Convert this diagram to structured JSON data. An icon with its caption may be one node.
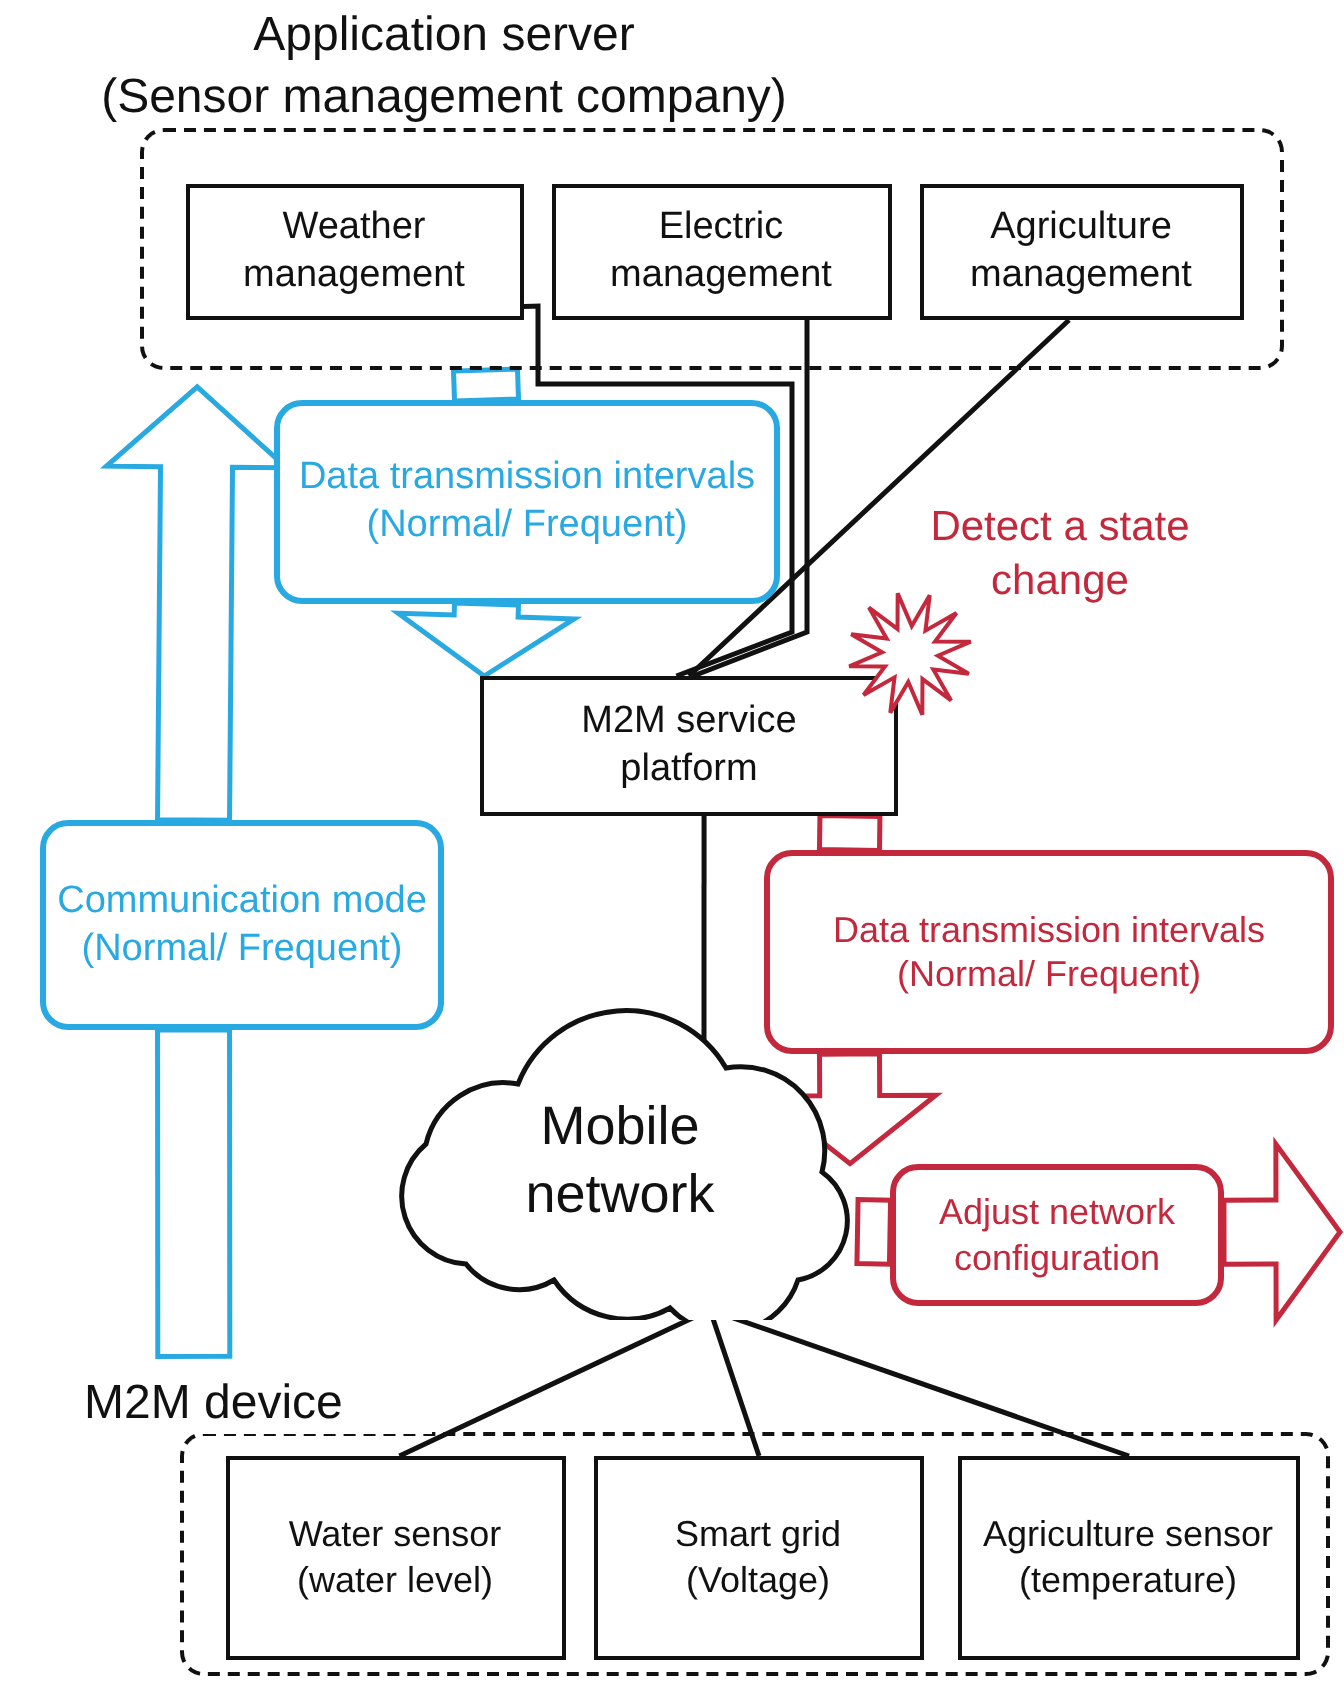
{
  "diagram": {
    "nodes": [
      {
        "text": [
          "Application server",
          "(Sensor management company)"
        ]
      },
      {
        "text": [
          "Weather management"
        ],
        "in": 0
      },
      {
        "text": [
          "Electric management"
        ],
        "in": 0
      },
      {
        "text": [
          "Agriculture management"
        ],
        "in": 0
      },
      {
        "text": [
          "Data transmission intervals",
          "(Normal/ Frequent)"
        ]
      },
      {
        "text": [
          "M2M service platform"
        ]
      },
      {
        "text": [
          "Communication mode",
          "(Normal/ Frequent)"
        ]
      },
      {
        "text": [
          "Data transmission intervals",
          "(Normal/ Frequent)"
        ]
      },
      {
        "text": [
          "Mobile network"
        ]
      },
      {
        "text": [
          "Adjust network configuration"
        ]
      },
      {
        "text": [
          "M2M device"
        ]
      },
      {
        "text": [
          "Water sensor",
          "(water level)"
        ],
        "in": 10
      },
      {
        "text": [
          "Smart grid",
          "(Voltage)"
        ],
        "in": 10
      },
      {
        "text": [
          "Agriculture sensor",
          "(temperature)"
        ],
        "in": 10
      }
    ],
    "edges": [
      {
        "from": 1,
        "to": 5,
        "arrow": "none"
      },
      {
        "from": 2,
        "to": 5,
        "arrow": "none"
      },
      {
        "from": 3,
        "to": 5,
        "arrow": "none"
      },
      {
        "from": 0,
        "to": 4,
        "arrow": "none",
        "style": "thick",
        "color": "#29a9e1"
      },
      {
        "from": 4,
        "to": 5,
        "arrow": "to",
        "style": "thick",
        "color": "#29a9e1"
      },
      {
        "from": 5,
        "to": 8,
        "arrow": "none"
      },
      {
        "from": 5,
        "to": 7,
        "arrow": "none",
        "style": "thick",
        "color": "#c3283d"
      },
      {
        "from": 7,
        "to": 8,
        "arrow": "to",
        "style": "thick",
        "color": "#c3283d"
      },
      {
        "from": 8,
        "to": 9,
        "arrow": "none",
        "style": "thick",
        "color": "#c3283d"
      },
      {
        "from": 9,
        "to": null,
        "arrow": "to",
        "style": "thick",
        "color": "#c3283d"
      },
      {
        "from": 10,
        "to": 6,
        "arrow": "none",
        "style": "thick",
        "color": "#29a9e1"
      },
      {
        "from": 6,
        "to": 0,
        "arrow": "to",
        "style": "thick",
        "color": "#29a9e1"
      },
      {
        "from": 8,
        "to": 11,
        "arrow": "none"
      },
      {
        "from": 8,
        "to": 12,
        "arrow": "none"
      },
      {
        "from": 8,
        "to": 13,
        "arrow": "none"
      }
    ],
    "labels": [
      "Detect a state change"
    ]
  }
}
